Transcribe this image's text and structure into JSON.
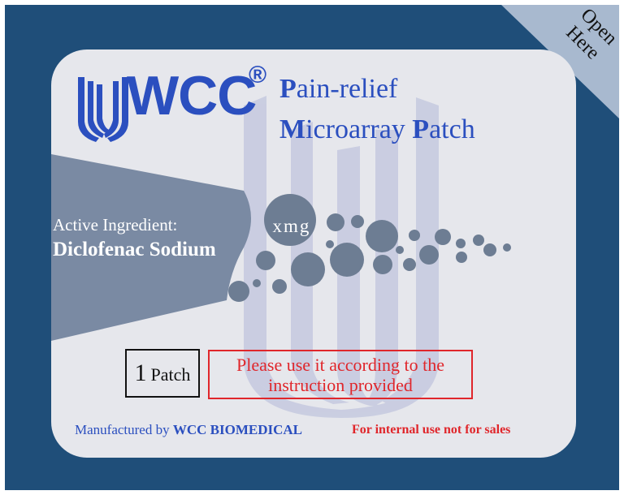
{
  "brand": {
    "logo_text": "WCC",
    "registered_mark": "®",
    "brand_color": "#2b4fbf"
  },
  "product": {
    "title_line1": {
      "initial": "P",
      "rest": "ain-relief"
    },
    "title_line2": {
      "initial": "M",
      "rest": "icroarray ",
      "initial2": "P",
      "rest2": "atch"
    }
  },
  "ingredient": {
    "label": "Active Ingredient:",
    "name": "Diclofenac Sodium",
    "dose": "xmg"
  },
  "package": {
    "count": "1",
    "unit": "Patch",
    "instruction": "Please use it according to the instruction provided"
  },
  "footer": {
    "manufacturer_prefix": "Manufactured by",
    "manufacturer_name": "WCC BIOMEDICAL",
    "notice": "For internal use not for sales"
  },
  "corner": {
    "line1": "Open",
    "line2": "Here"
  },
  "colors": {
    "frame": "#1f4e79",
    "card": "#e6e7ec",
    "accent_red": "#e0262b",
    "dots": "#6d7d93",
    "wedge": "#7a8aa3"
  },
  "icons": [
    "wcc-logo-mark-icon",
    "watermark-logo-icon",
    "microneedle-dots-icon"
  ]
}
